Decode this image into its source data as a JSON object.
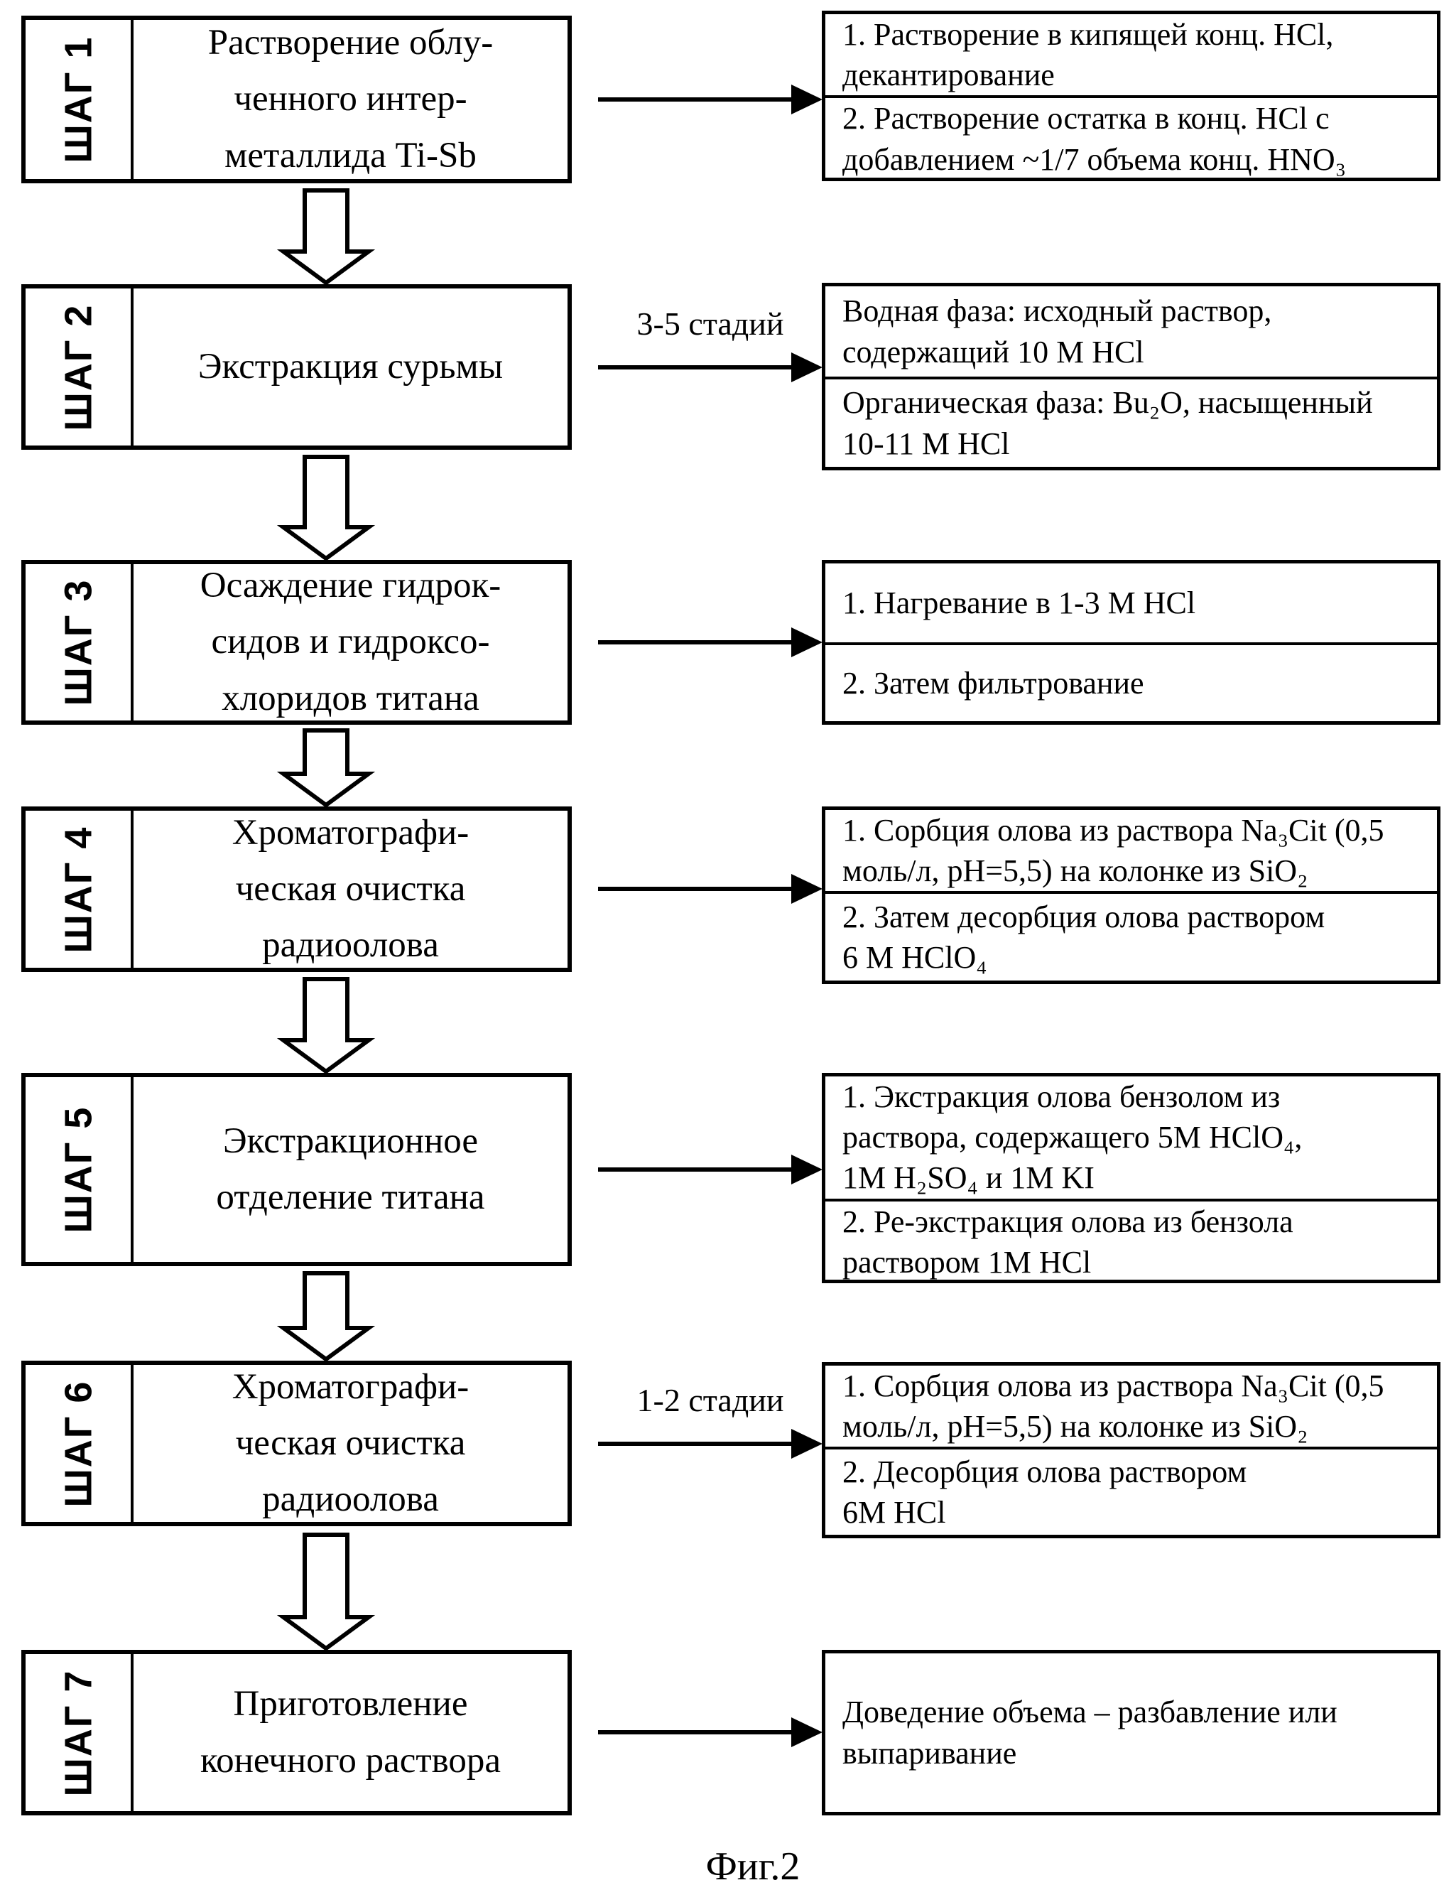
{
  "figure": {
    "caption": "Фиг.2"
  },
  "colors": {
    "ink": "#000000",
    "paper": "#ffffff"
  },
  "steps": [
    {
      "id": "ШАГ 1",
      "title_lines": [
        "Растворение облу-",
        "ченного интер-",
        "металлида Ti-Sb"
      ],
      "details": [
        {
          "lines": [
            "1. Растворение в кипящей конц. HCl,",
            "декантирование"
          ]
        },
        {
          "lines": [
            "2. Растворение остатка в конц. HCl с",
            "добавлением ~1/7 объема конц. HNO₃"
          ]
        }
      ]
    },
    {
      "id": "ШАГ 2",
      "title_lines": [
        "Экстракция сурьмы"
      ],
      "arrow_label": "3-5 стадий",
      "details": [
        {
          "lines": [
            "Водная фаза: исходный раствор,",
            "содержащий 10 М HCl"
          ]
        },
        {
          "lines": [
            "Органическая фаза: Bu₂O, насыщенный",
            "10-11 М HCl"
          ]
        }
      ]
    },
    {
      "id": "ШАГ 3",
      "title_lines": [
        "Осаждение гидрок-",
        "сидов и гидроксо-",
        "хлоридов титана"
      ],
      "details": [
        {
          "lines": [
            "1. Нагревание в 1-3 М HCl"
          ]
        },
        {
          "lines": [
            "2. Затем фильтрование"
          ]
        }
      ]
    },
    {
      "id": "ШАГ 4",
      "title_lines": [
        "Хроматографи-",
        "ческая очистка",
        "радиоолова"
      ],
      "details": [
        {
          "lines": [
            "1. Сорбция олова из раствора Na₃Cit (0,5",
            "моль/л, pH=5,5) на колонке из SiO₂"
          ]
        },
        {
          "lines": [
            "2. Затем десорбция олова раствором",
            "6 М HClO₄"
          ]
        }
      ]
    },
    {
      "id": "ШАГ 5",
      "title_lines": [
        "Экстракционное",
        "отделение титана"
      ],
      "details": [
        {
          "lines": [
            "1. Экстракция олова бензолом из",
            "раствора, содержащего 5М HClO₄,",
            "1М H₂SO₄ и 1М KI"
          ]
        },
        {
          "lines": [
            "2. Ре-экстракция олова из бензола",
            "раствором 1М HCl"
          ]
        }
      ]
    },
    {
      "id": "ШАГ 6",
      "title_lines": [
        "Хроматографи-",
        "ческая очистка",
        "радиоолова"
      ],
      "arrow_label": "1-2 стадии",
      "details": [
        {
          "lines": [
            "1. Сорбция олова из раствора Na₃Cit (0,5",
            "моль/л, pH=5,5) на колонке из SiO₂"
          ]
        },
        {
          "lines": [
            "2. Десорбция олова раствором",
            "6М HCl"
          ]
        }
      ]
    },
    {
      "id": "ШАГ 7",
      "title_lines": [
        "Приготовление",
        "конечного раствора"
      ],
      "details": [
        {
          "lines": [
            "Доведение объема – разбавление или",
            "выпаривание"
          ]
        }
      ]
    }
  ]
}
